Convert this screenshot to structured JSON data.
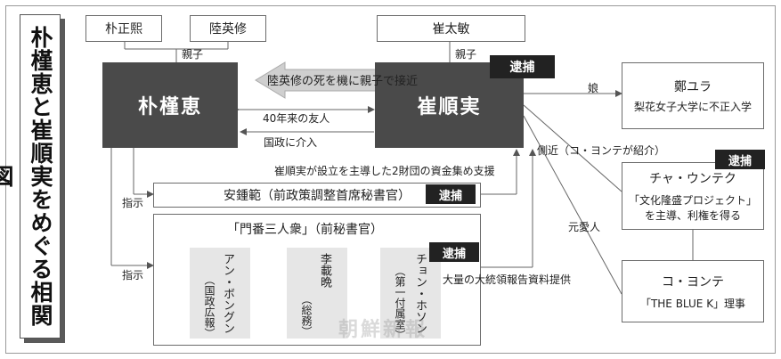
{
  "title": "朴槿恵と崔順実をめぐる相関図",
  "nodes": {
    "park_chung_hee": "朴正熙",
    "yuk_young_soo": "陸英修",
    "choi_tae_min": "崔太敏",
    "park_geun_hye": "朴槿恵",
    "choi_soon_sil": "崔順実",
    "chung_yoo_ra": "鄭ユラ",
    "chung_yoo_ra_desc": "梨花女子大学に不正入学",
    "cha_eun_taek": "チャ・ウンテク",
    "cha_desc_1": "「文化隆盛プロジェクト」",
    "cha_desc_2": "を主導、利権を得る",
    "ko_young_tae": "コ・ヨンテ",
    "ko_desc": "「THE BLUE K」理事",
    "ahn_jong_beom": "安鍾範（前政策調整首席秘書官）",
    "gatekeepers_title": "「門番三人衆」（前秘書官）",
    "member1_name": "アン・ボングン",
    "member1_role": "（国政広報）",
    "member2_name": "李載晩",
    "member2_role": "（総務）",
    "member3_name": "チョン・ホソン",
    "member3_role": "（第一付属室）"
  },
  "labels": {
    "parent_child": "親子",
    "arrested": "逮捕",
    "approach": "陸英修の死を機に親子で接近",
    "friend": "40年来の友人",
    "interfere": "国政に介入",
    "daughter": "娘",
    "aide": "側近（コ・ヨンテが紹介）",
    "lover": "元愛人",
    "fund_raising": "崔順実が設立を主導した2財団の資金集め支援",
    "instruct": "指示",
    "documents": "大量の大統領報告資料提供"
  }
}
